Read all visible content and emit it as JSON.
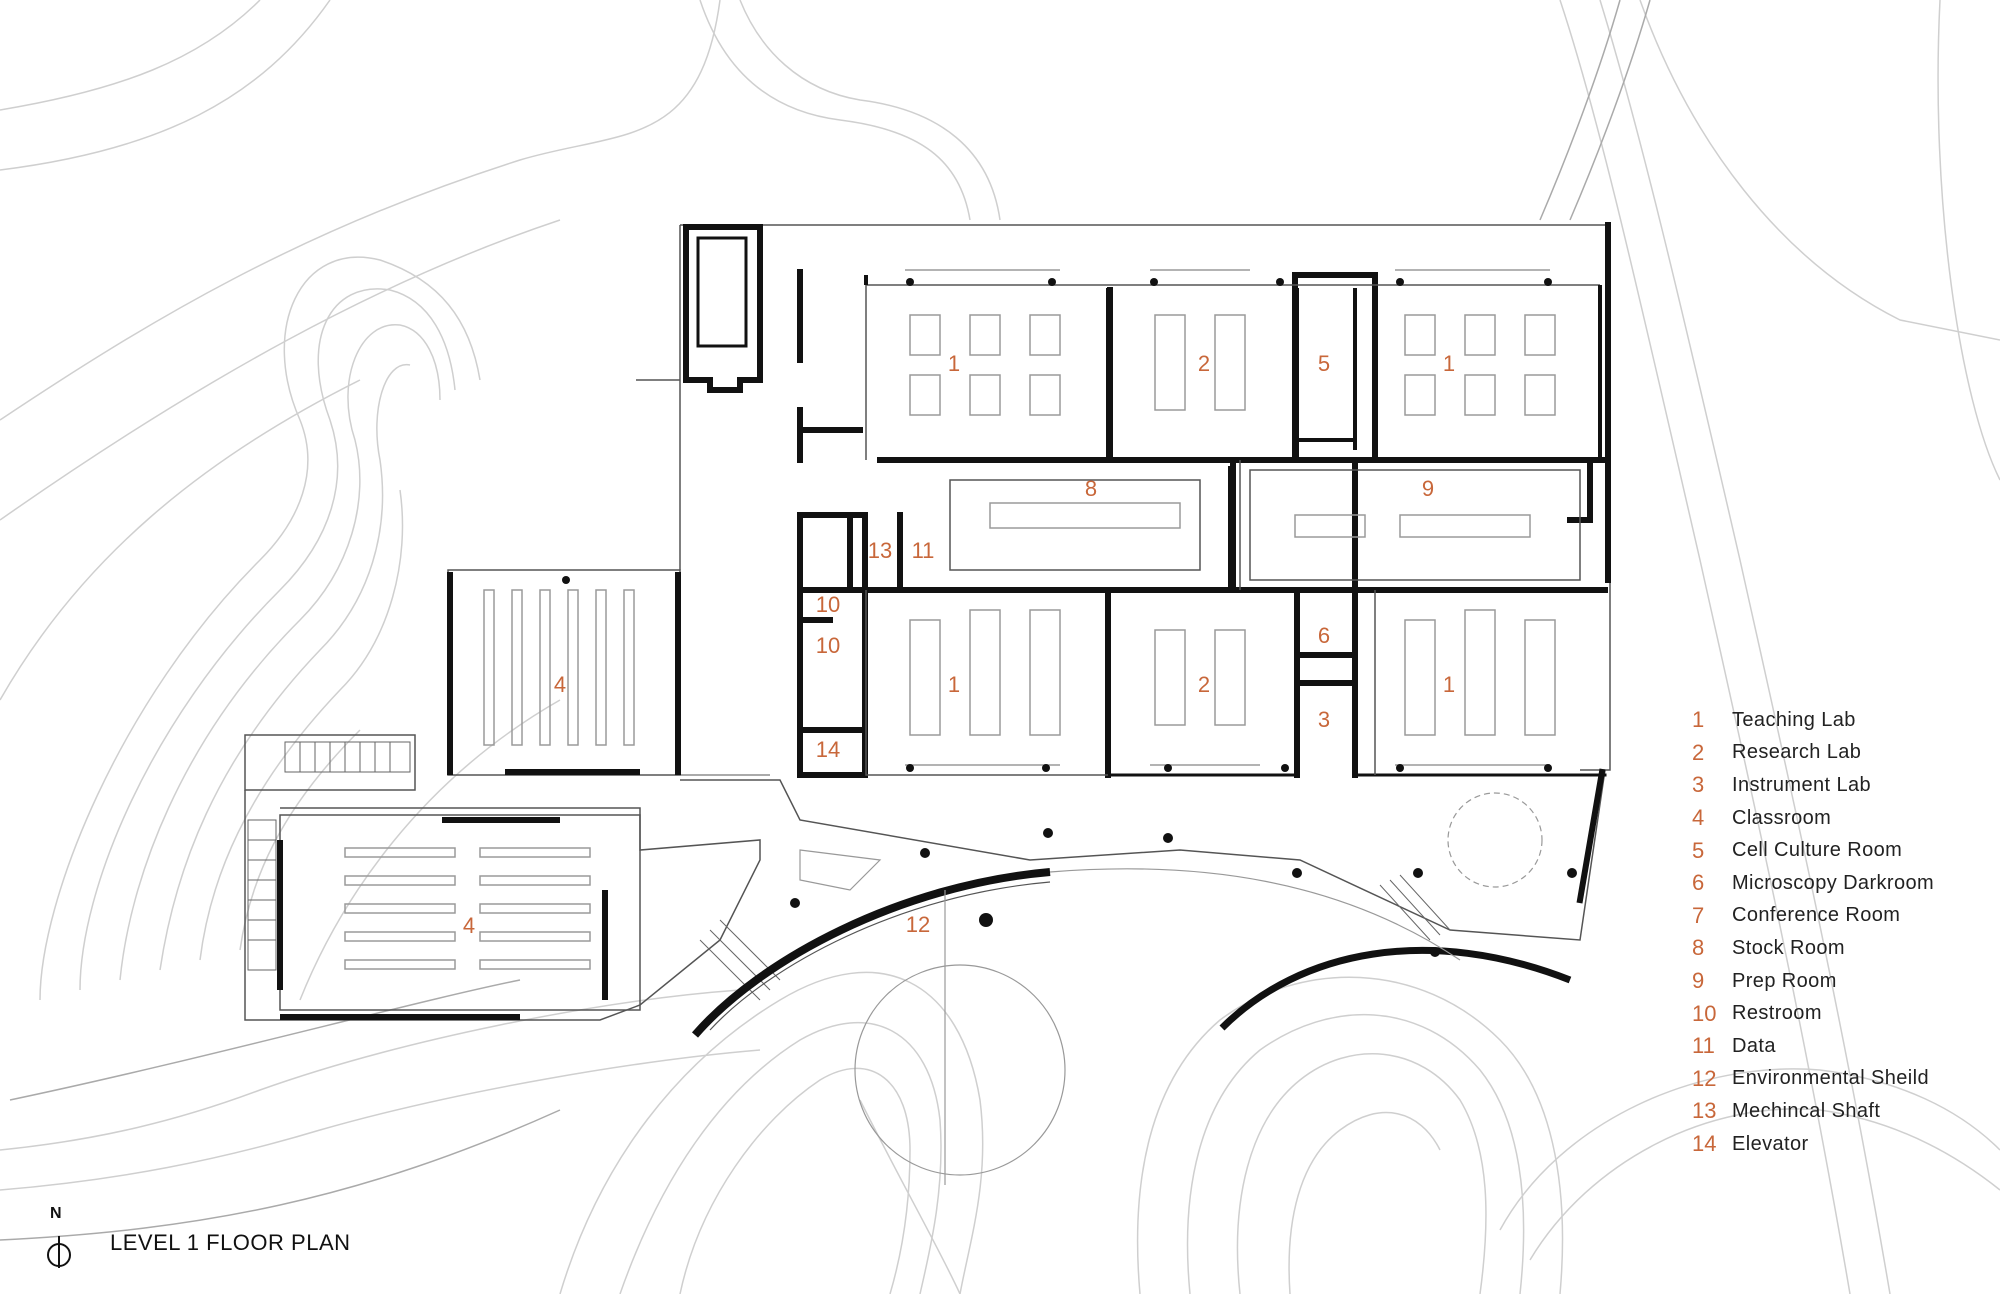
{
  "title": "LEVEL 1 FLOOR PLAN",
  "north_label": "N",
  "colors": {
    "accent": "#c8673a",
    "wall": "#111111",
    "contour": "#c9c9c9",
    "furniture": "#9a9a9a"
  },
  "room_numbers": {
    "r1a": "1",
    "r2a": "2",
    "r5": "5",
    "r1b": "1",
    "r8": "8",
    "r9": "9",
    "r13": "13",
    "r11": "11",
    "r10a": "10",
    "r10b": "10",
    "r14": "14",
    "r1c": "1",
    "r2b": "2",
    "r6": "6",
    "r3": "3",
    "r1d": "1",
    "r4a": "4",
    "r4b": "4",
    "r12": "12"
  },
  "legend": [
    {
      "num": "1",
      "label": "Teaching Lab"
    },
    {
      "num": "2",
      "label": "Research Lab"
    },
    {
      "num": "3",
      "label": "Instrument Lab"
    },
    {
      "num": "4",
      "label": "Classroom"
    },
    {
      "num": "5",
      "label": "Cell Culture Room"
    },
    {
      "num": "6",
      "label": "Microscopy Darkroom"
    },
    {
      "num": "7",
      "label": "Conference Room"
    },
    {
      "num": "8",
      "label": "Stock Room"
    },
    {
      "num": "9",
      "label": "Prep Room"
    },
    {
      "num": "10",
      "label": "Restroom"
    },
    {
      "num": "11",
      "label": "Data"
    },
    {
      "num": "12",
      "label": "Environmental Sheild"
    },
    {
      "num": "13",
      "label": "Mechincal Shaft"
    },
    {
      "num": "14",
      "label": "Elevator"
    }
  ]
}
